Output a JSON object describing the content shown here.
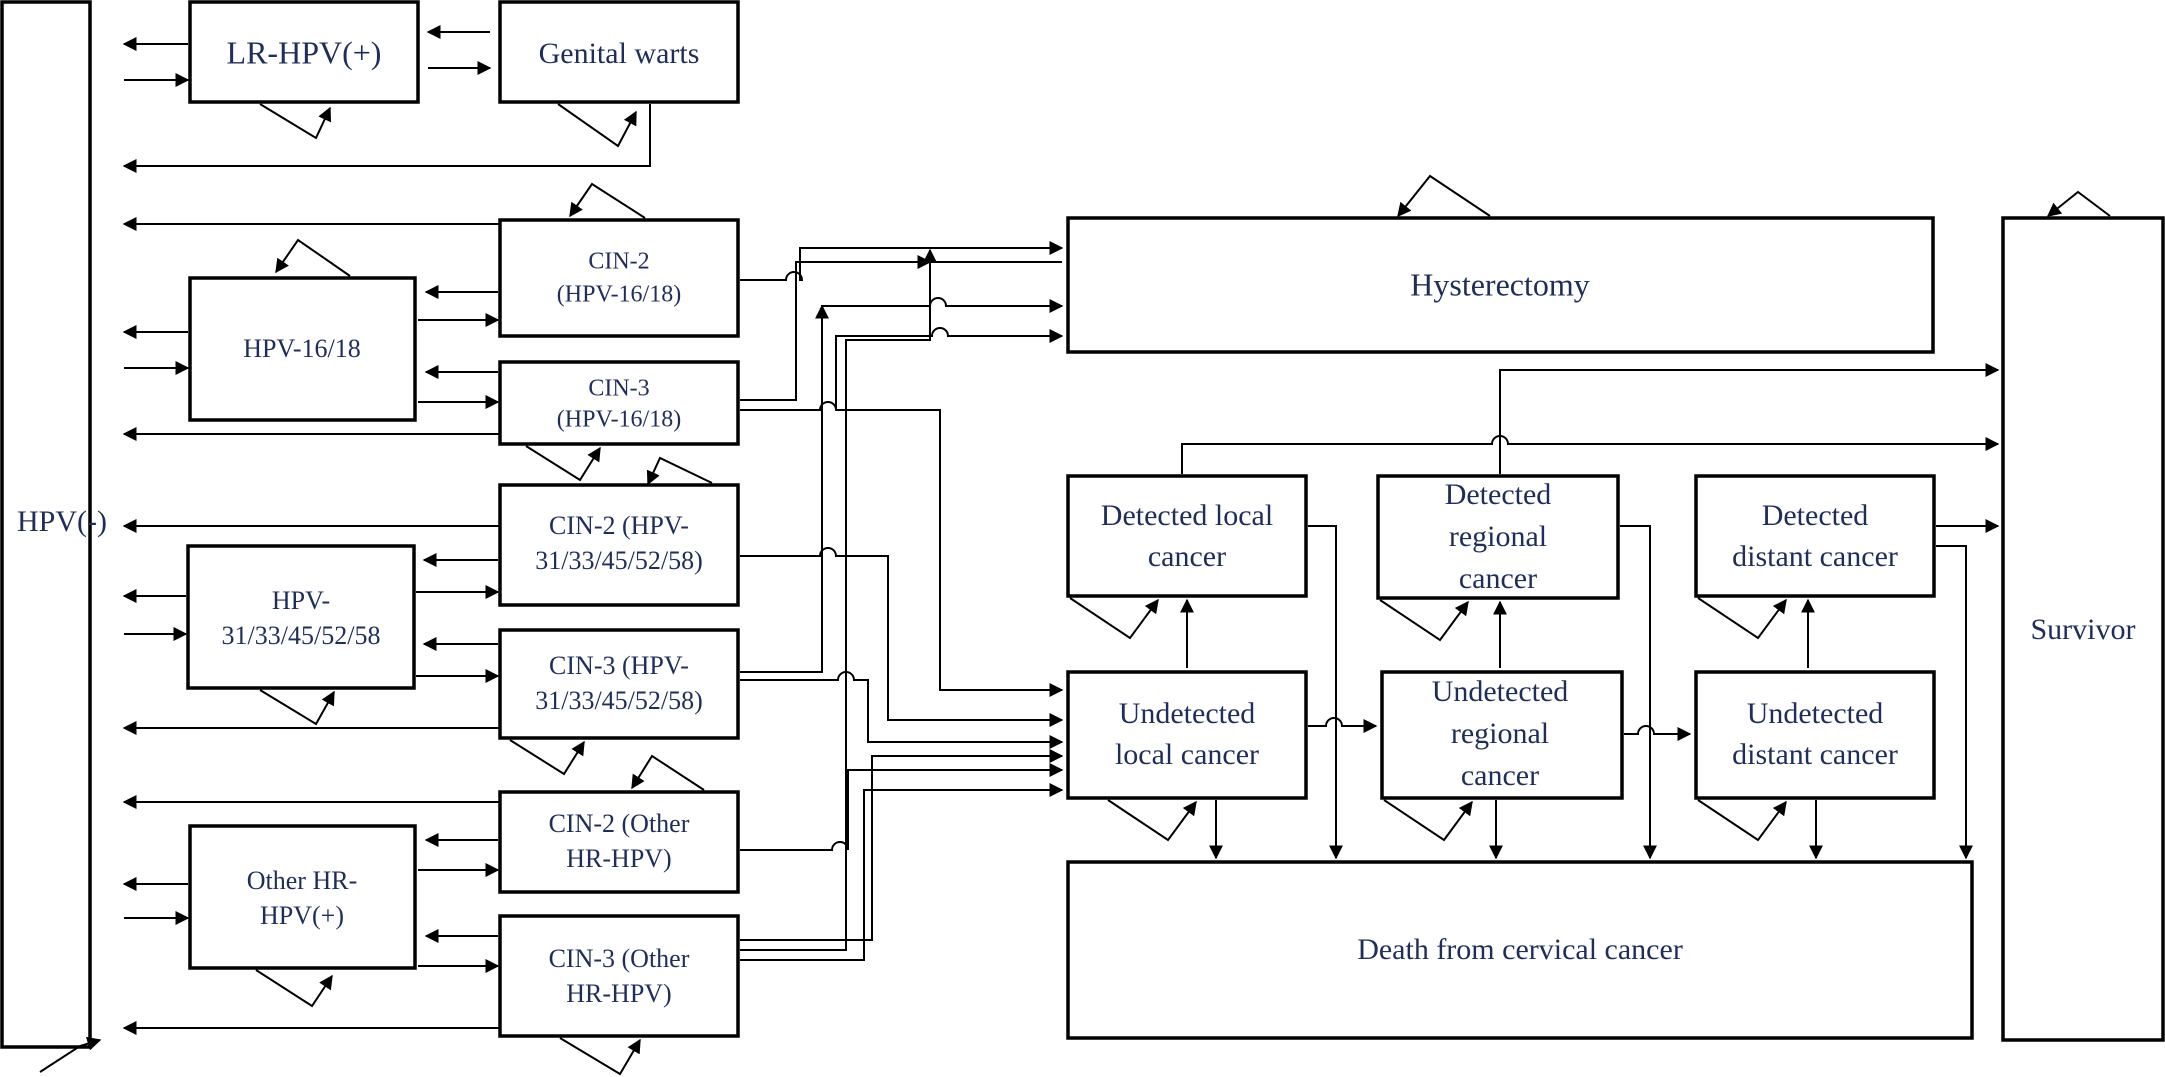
{
  "title": "",
  "colors": {
    "box_stroke": "#000000",
    "text": "#1f2d5a",
    "background": "#ffffff"
  },
  "states": {
    "hpv_neg": "HPV(-)",
    "lr_hpv": "LR-HPV(+)",
    "genital_warts": "Genital warts",
    "hpv_16_18": "HPV-16/18",
    "cin2_16_18": [
      "CIN-2",
      "(HPV-16/18)"
    ],
    "cin3_16_18": [
      "CIN-3",
      "(HPV-16/18)"
    ],
    "hpv_31": [
      "HPV-",
      "31/33/45/52/58"
    ],
    "cin2_31": [
      "CIN-2 (HPV-",
      "31/33/45/52/58)"
    ],
    "cin3_31": [
      "CIN-3 (HPV-",
      "31/33/45/52/58)"
    ],
    "other_hr": [
      "Other HR-",
      "HPV(+)"
    ],
    "cin2_other": [
      "CIN-2 (Other",
      "HR-HPV)"
    ],
    "cin3_other": [
      "CIN-3 (Other",
      "HR-HPV)"
    ],
    "hysterectomy": "Hysterectomy",
    "detected_local": [
      "Detected local",
      "cancer"
    ],
    "detected_regional": [
      "Detected",
      "regional",
      "cancer"
    ],
    "detected_distant": [
      "Detected",
      "distant cancer"
    ],
    "undetected_local": [
      "Undetected",
      "local cancer"
    ],
    "undetected_regional": [
      "Undetected",
      "regional",
      "cancer"
    ],
    "undetected_distant": [
      "Undetected",
      "distant cancer"
    ],
    "death": "Death from cervical cancer",
    "survivor": "Survivor"
  }
}
